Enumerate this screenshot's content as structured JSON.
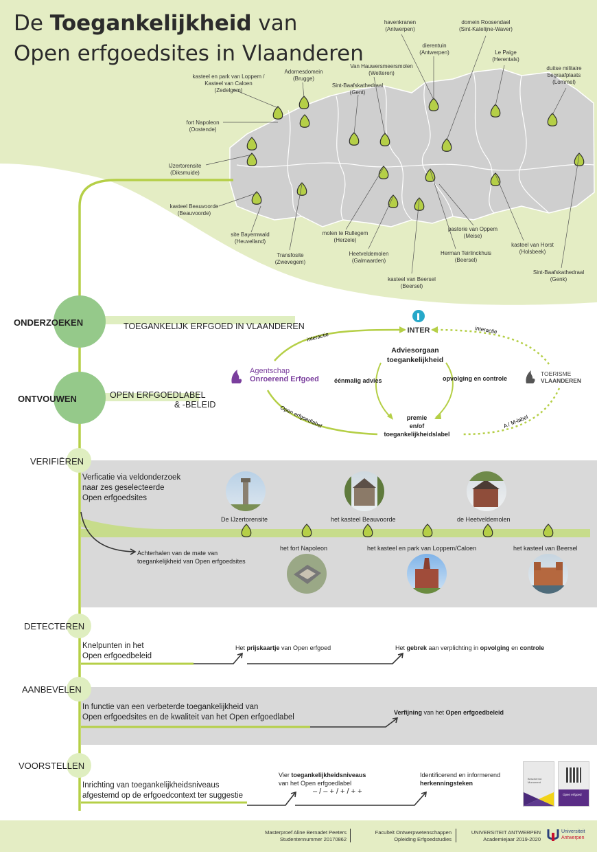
{
  "title": {
    "pre": "De ",
    "bold": "Toegankelijkheid",
    "post": " van",
    "line2": "Open erfgoedsites in Vlaanderen"
  },
  "map_labels": [
    {
      "line1": "havenkranen",
      "line2": "(Antwerpen)"
    },
    {
      "line1": "domein Roosendael",
      "line2": "(Sint-Katelijne-Waver)"
    },
    {
      "line1": "dierentuin",
      "line2": "(Antwerpen)"
    },
    {
      "line1": "Le Paige",
      "line2": "(Herentals)"
    },
    {
      "line1": "duitse militaire",
      "line2": "begraafplaats",
      "line3": "(Lommel)"
    },
    {
      "line1": "kasteel en park van Loppem /",
      "line2": "Kasteel van Caloen",
      "line3": "(Zedelgem)"
    },
    {
      "line1": "Adornesdomein",
      "line2": "(Brugge)"
    },
    {
      "line1": "Van Hauwersmeersmolen",
      "line2": "(Wetteren)"
    },
    {
      "line1": "Sint-Baafskathedraal",
      "line2": "(Gent)"
    },
    {
      "line1": "fort Napoleon",
      "line2": "(Oostende)"
    },
    {
      "line1": "IJzertorensite",
      "line2": "(Diksmuide)"
    },
    {
      "line1": "kasteel Beauvoorde",
      "line2": "(Beauvoorde)"
    },
    {
      "line1": "site Bayernwald",
      "line2": "(Heuvelland)"
    },
    {
      "line1": "Transfosite",
      "line2": "(Zwevegem)"
    },
    {
      "line1": "molen te Rullegem",
      "line2": "(Herzele)"
    },
    {
      "line1": "Heetveldemolen",
      "line2": "(Galmaarden)"
    },
    {
      "line1": "kasteel van Beersel",
      "line2": "(Beersel)"
    },
    {
      "line1": "Herman Teirlinckhuis",
      "line2": "(Beersel)"
    },
    {
      "line1": "pastorie van Oppem",
      "line2": "(Meise)"
    },
    {
      "line1": "kasteel van Horst",
      "line2": "(Holsbeek)"
    },
    {
      "line1": "Sint-Baafskathedraal",
      "line2": "(Genk)"
    }
  ],
  "steps": {
    "onderzoeken": "ONDERZOEKEN",
    "ontvouwen": "ONTVOUWEN",
    "verifieren": "VERIFIËREN",
    "detecteren": "DETECTEREN",
    "aanbevelen": "AANBEVELEN",
    "voorstellen": "VOORSTELLEN"
  },
  "onderzoeken_text": "TOEGANKELIJK ERFGOED IN VLAANDEREN",
  "ontvouwen_text": {
    "line1": "OPEN ERFGOEDLABEL",
    "line2": "& -BELEID"
  },
  "cycle": {
    "inter": "INTER",
    "advies_line1": "Adviesorgaan",
    "advies_line2": "toegankelijkheid",
    "eenmalig": "éénmalig advies",
    "opvolging": "opvolging en controle",
    "premie_line1": "premie",
    "premie_line2": "en/of",
    "premie_line3": "toegankelijkheidslabel",
    "interactie_left": "interactie",
    "interactie_right": "interactie",
    "open_erfgoedlabel": "Open erfgoedlabel",
    "am_label": "A / M-label",
    "agentschap_line1": "Agentschap",
    "agentschap_line2": "Onroerend Erfgoed",
    "toerisme_line1": "TOERISME",
    "toerisme_line2": "VLAANDEREN"
  },
  "verifieren": {
    "intro_line1": "Verficatie via veldonderzoek",
    "intro_line2": "naar zes geselecteerde",
    "intro_line3": "Open erfgoedsites",
    "result_line1": "Achterhalen van de mate van",
    "result_line2": "toegankelijkheid van Open erfgoedsites",
    "sites": [
      "De IJzertorensite",
      "het fort Napoleon",
      "het kasteel Beauvoorde",
      "het kasteel en park van Loppem/Caloen",
      "de Heetveldemolen",
      "het kasteel van Beersel"
    ]
  },
  "detecteren": {
    "line1": "Knelpunten in het",
    "line2": "Open erfgoedbeleid",
    "point1_pre": "Het ",
    "point1_bold": "prijskaartje",
    "point1_post": " van Open erfgoed",
    "point2_pre": "Het ",
    "point2_bold": "gebrek",
    "point2_mid": " aan verplichting in ",
    "point2_bold2": "opvolging",
    "point2_and": " en ",
    "point2_bold3": "controle"
  },
  "aanbevelen": {
    "line1": "In functie van een verbeterde toegankelijkheid van",
    "line2": "Open erfgoedsites en de kwaliteit van het Open erfgoedlabel",
    "point_bold": "Verfijning",
    "point_mid": " van het ",
    "point_bold2": "Open erfgoedbeleid"
  },
  "voorstellen": {
    "line1": "Inrichting van toegankelijkheidsniveaus",
    "line2": "afgestemd op de erfgoedcontext ter suggestie",
    "p1_pre": "Vier ",
    "p1_bold": "toegankelijkheidsniveaus",
    "p1_line2": "van het Open erfgoedlabel",
    "p1_line3": "– / – + / + / + +",
    "p2_line1": "Identificerend en informerend",
    "p2_bold": "herkenningsteken",
    "card1_line1": "Beschermd",
    "card1_line2": "Monument",
    "card2": "Open erfgoed"
  },
  "footer": {
    "a_line1": "Masterproef Aline Bernadet Peeters",
    "a_line2": "Studentennummer 20170862",
    "b_line1": "Faculteit Ontwerpwetenschappen",
    "b_line2": "Opleiding Erfgoedstudies",
    "c_line1": "UNIVERSITEIT ANTWERPEN",
    "c_line2": "Academiejaar 2019-2020",
    "logo_line1": "Universiteit",
    "logo_line2": "Antwerpen"
  },
  "colors": {
    "accent": "#b5cf47",
    "circle": "#95c98a",
    "band": "#d9d9d9",
    "map": "#cfcfcf",
    "top_bg": "#e4edc4",
    "purple": "#7a3e9d"
  }
}
